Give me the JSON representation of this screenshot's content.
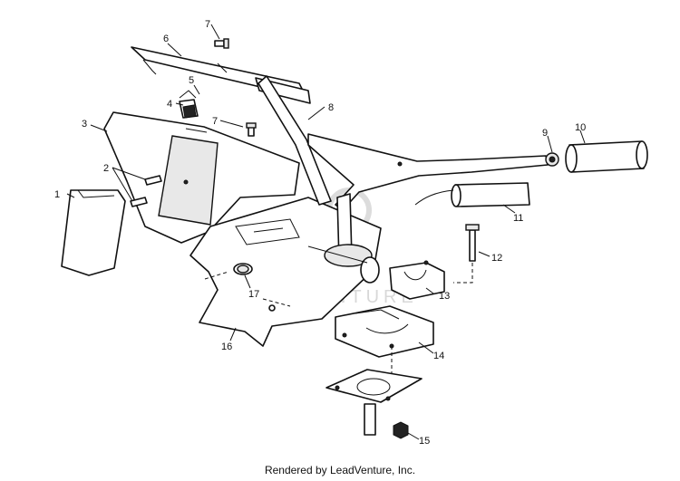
{
  "callouts": [
    "1",
    "2",
    "3",
    "4",
    "5",
    "6",
    "7",
    "7",
    "8",
    "9",
    "10",
    "11",
    "12",
    "13",
    "14",
    "15",
    "16",
    "17"
  ],
  "watermark": "LEADVENTURE",
  "credit": "Rendered by LeadVenture, Inc."
}
